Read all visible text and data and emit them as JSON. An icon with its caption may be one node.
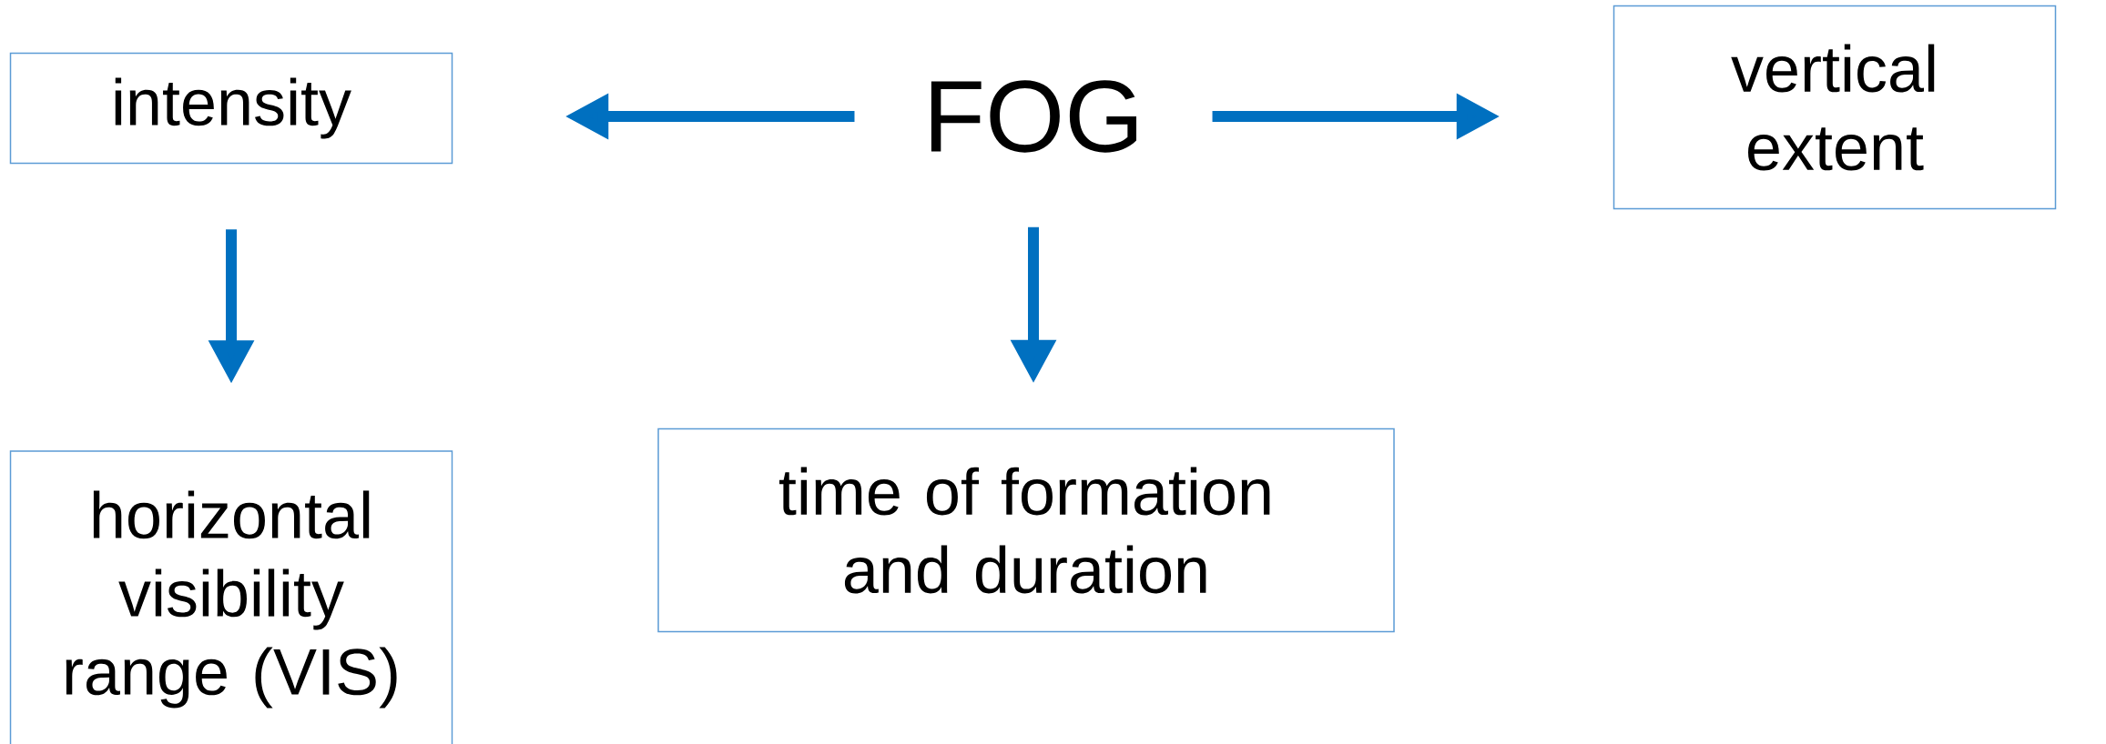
{
  "diagram": {
    "nodes": [
      {
        "text": [
          "FOG"
        ]
      },
      {
        "text": [
          "intensity"
        ]
      },
      {
        "text": [
          "vertical extent"
        ]
      },
      {
        "text": [
          "time of formation and duration"
        ]
      },
      {
        "text": [
          "horizontal visibility range (VIS)"
        ]
      }
    ],
    "edges": [
      {
        "from": 0,
        "to": 1,
        "arrow": "to"
      },
      {
        "from": 0,
        "to": 2,
        "arrow": "to"
      },
      {
        "from": 0,
        "to": 3,
        "arrow": "to"
      },
      {
        "from": 1,
        "to": 4,
        "arrow": "to"
      }
    ]
  }
}
